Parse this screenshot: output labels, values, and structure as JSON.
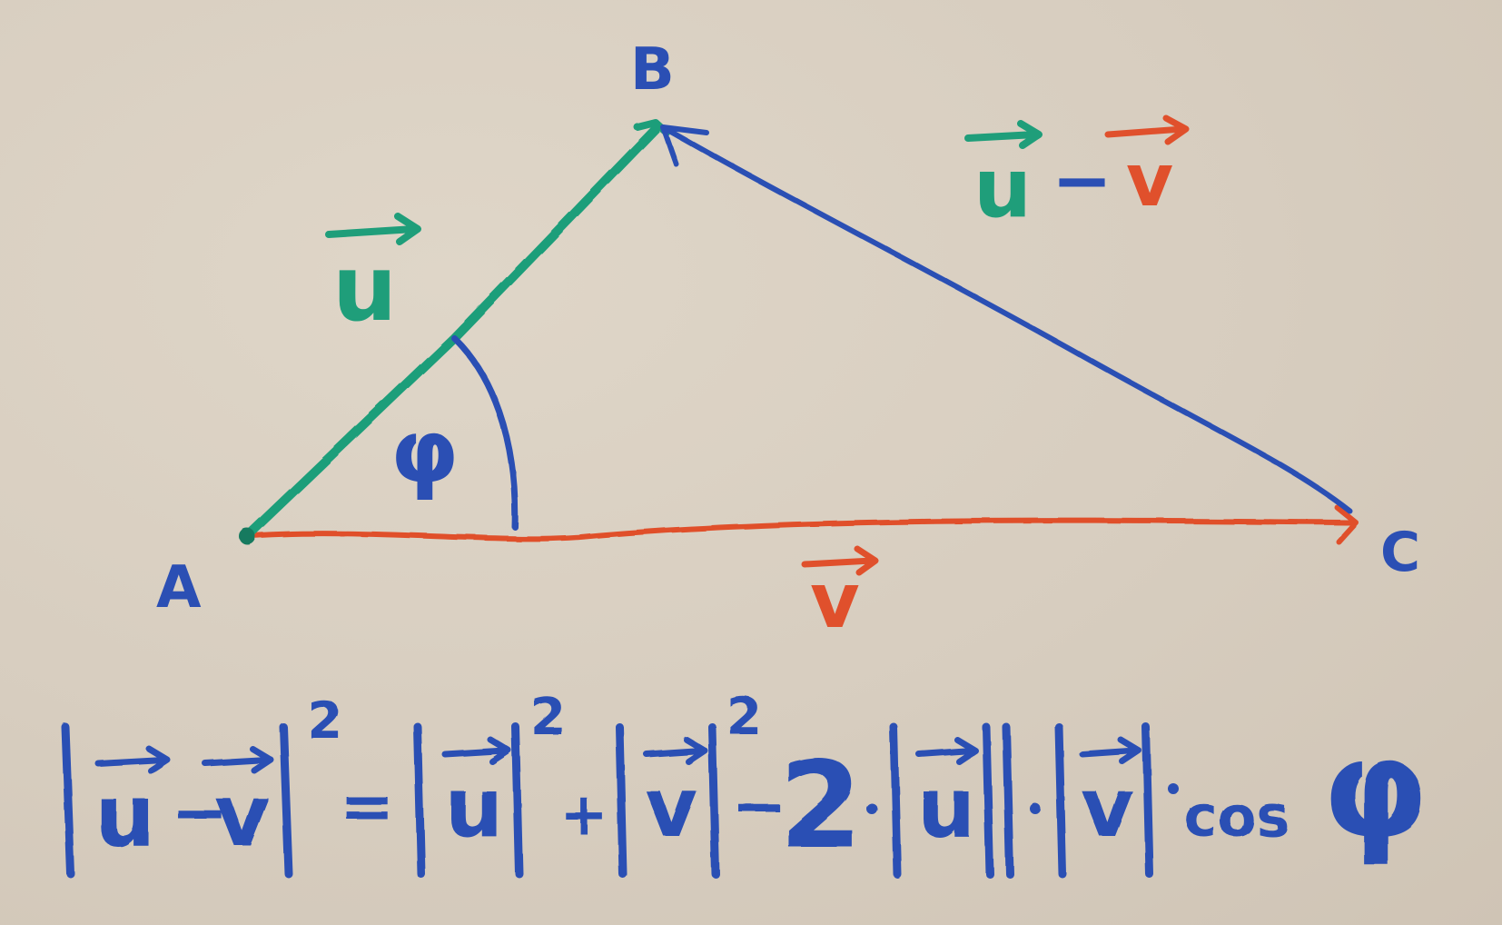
{
  "colors": {
    "background": "#d9cfc1",
    "green": "#1f9e7a",
    "blue": "#2b4fb4",
    "red": "#e0502c"
  },
  "points": {
    "a": "A",
    "b": "B",
    "c": "C"
  },
  "vectors": {
    "u": "u",
    "v": "v",
    "u_minus_v_left": "u",
    "u_minus_v_minus": "−",
    "u_minus_v_right": "v"
  },
  "angle": {
    "label": "φ"
  },
  "formula": {
    "cos": "cos",
    "phi": "φ",
    "two": "2",
    "exp": "2",
    "equals": "=",
    "plus": "+",
    "minus": "−",
    "u": "u",
    "v": "v"
  }
}
